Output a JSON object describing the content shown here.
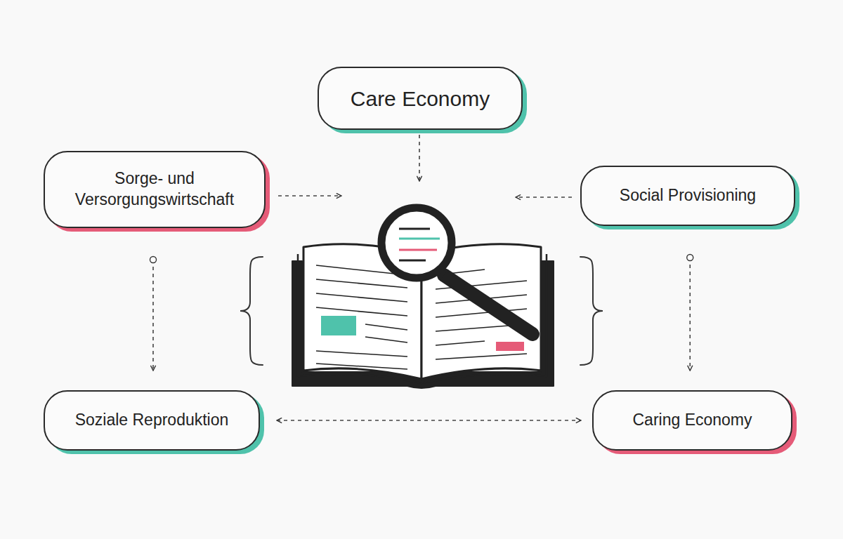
{
  "diagram": {
    "nodes": [
      {
        "text": [
          "Care Economy"
        ]
      },
      {
        "text": [
          "Sorge- und Versorgungswirtschaft"
        ]
      },
      {
        "text": [
          "Social Provisioning"
        ]
      },
      {
        "text": [
          "Soziale Reproduktion"
        ]
      },
      {
        "text": [
          "Caring Economy"
        ]
      }
    ],
    "edges": [
      {
        "from": 1,
        "to": 3,
        "arrow": "to"
      },
      {
        "from": 2,
        "to": 4,
        "arrow": "to"
      },
      {
        "from": 3,
        "to": 4,
        "arrow": "both"
      }
    ]
  }
}
